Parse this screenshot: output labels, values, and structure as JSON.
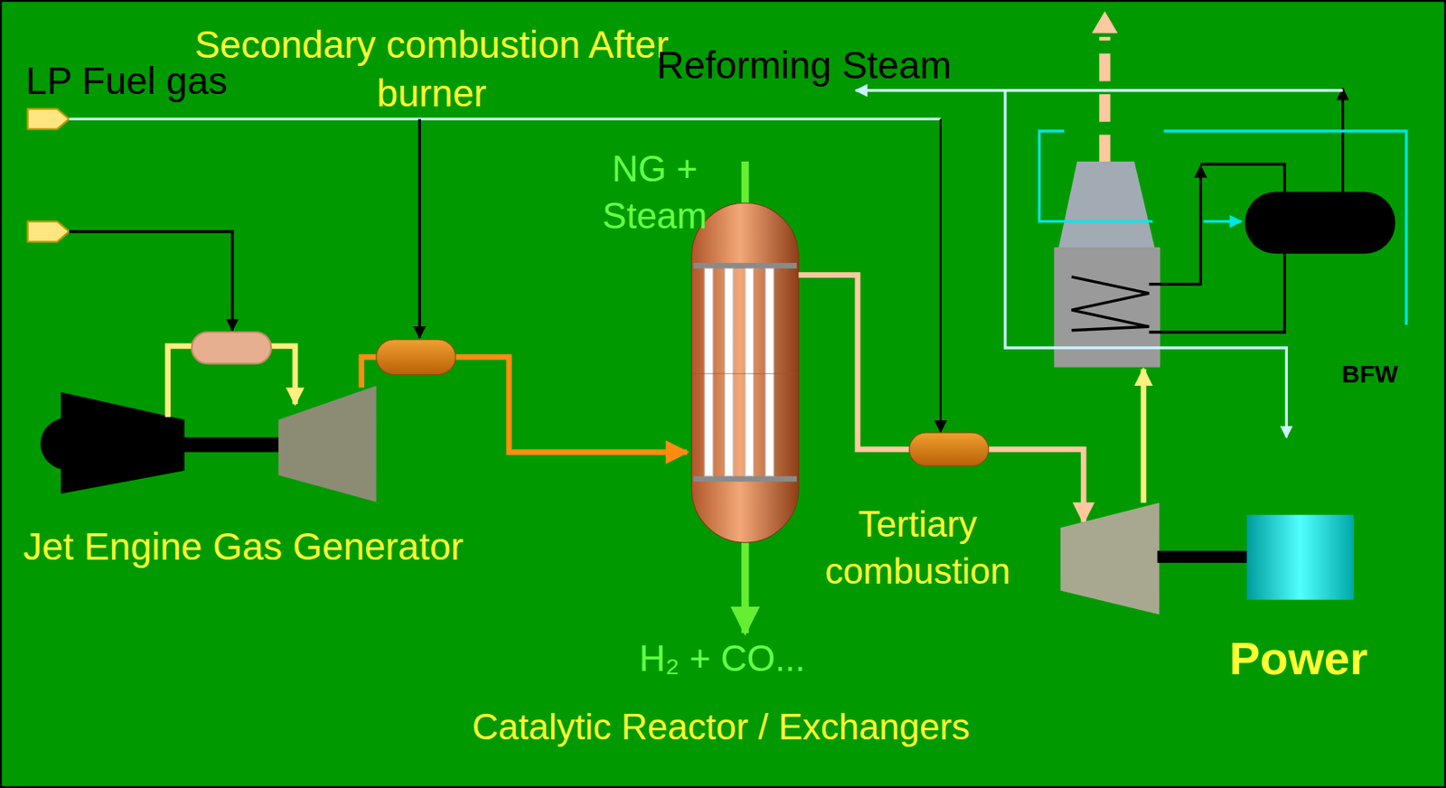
{
  "diagram": {
    "labels": [
      "Secondary combustion After burner",
      "LP Fuel gas",
      "Reforming Steam",
      "NG + Steam",
      "BFW",
      "Jet Engine Gas Generator",
      "Tertiary combustion",
      "Power",
      "H₂ + CO...",
      "Catalytic Reactor / Exchangers"
    ]
  }
}
